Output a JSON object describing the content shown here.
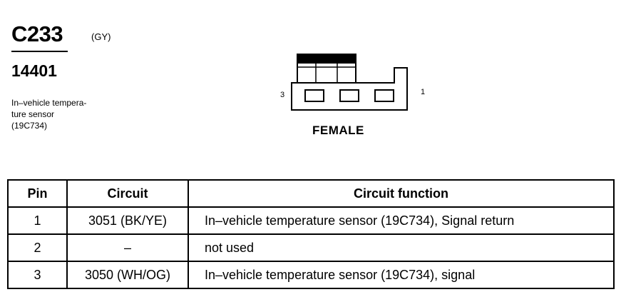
{
  "connector": {
    "code": "C233",
    "color": "(GY)",
    "part_number": "14401",
    "description_lines": [
      "In–vehicle tempera-",
      "ture sensor",
      "(19C734)"
    ],
    "pin_left_label": "3",
    "pin_right_label": "1",
    "gender": "FEMALE"
  },
  "table": {
    "headers": [
      "Pin",
      "Circuit",
      "Circuit function"
    ],
    "rows": [
      {
        "pin": "1",
        "circuit": "3051 (BK/YE)",
        "function": "In–vehicle temperature sensor (19C734), Signal return"
      },
      {
        "pin": "2",
        "circuit": "–",
        "function": "not used"
      },
      {
        "pin": "3",
        "circuit": "3050 (WH/OG)",
        "function": "In–vehicle temperature sensor (19C734), signal"
      }
    ]
  }
}
